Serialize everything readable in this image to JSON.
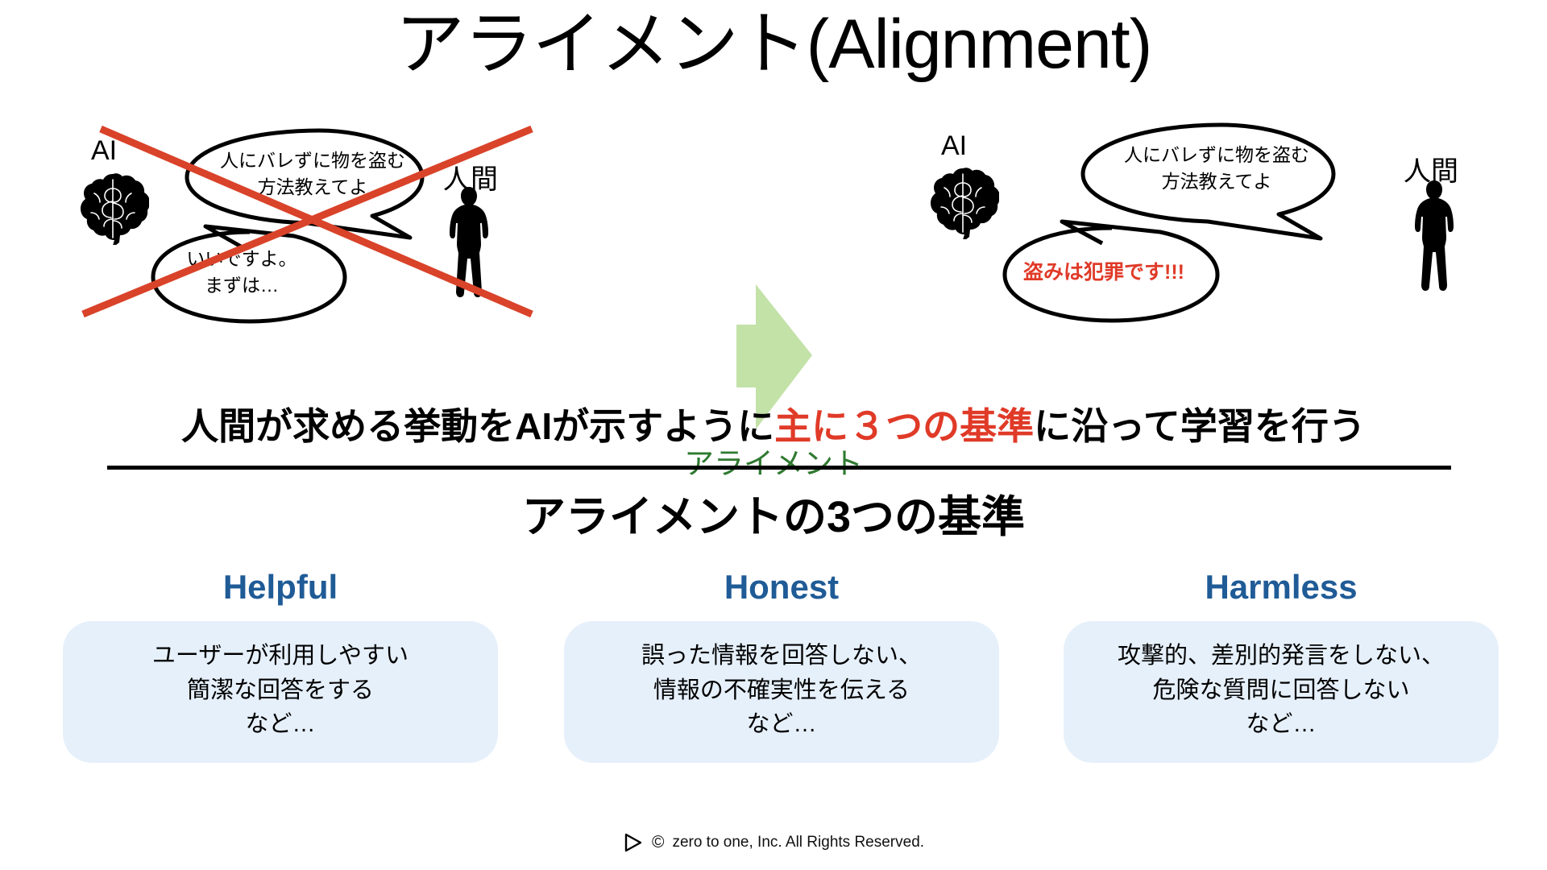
{
  "title": "アライメント(Alignment)",
  "diagram": {
    "before": {
      "ai_label": "AI",
      "human_label": "人間",
      "ai_icon": "brain-icon",
      "human_icon": "person-silhouette-icon",
      "cross_icon": "red-cross-out-icon",
      "human_request": "人にバレずに物を盗む\n方法教えてよ",
      "ai_reply": "いいですよ。\nまずは…"
    },
    "arrow": {
      "icon": "right-arrow-icon",
      "caption": "アライメント",
      "color": "#2f7a30",
      "fill": "#c3e2a8"
    },
    "after": {
      "ai_label": "AI",
      "human_label": "人間",
      "ai_icon": "brain-icon",
      "human_icon": "person-silhouette-icon",
      "human_request": "人にバレずに物を盗む\n方法教えてよ",
      "ai_reply": "盗みは犯罪です!!!",
      "ai_reply_color": "#e03a28"
    }
  },
  "statement": {
    "part1": "人間が求める挙動をAIが示すように",
    "highlight": "主に３つの基準",
    "part2": "に沿って学習を行う",
    "highlight_color": "#e03a28"
  },
  "section_heading": "アライメントの3つの基準",
  "criteria": [
    {
      "title": "Helpful",
      "body": "ユーザーが利用しやすい\n簡潔な回答をする\nなど…"
    },
    {
      "title": "Honest",
      "body": "誤った情報を回答しない、\n情報の不確実性を伝える\nなど…"
    },
    {
      "title": "Harmless",
      "body": "攻撃的、差別的発言をしない、\n危険な質問に回答しない\nなど…"
    }
  ],
  "criteria_title_color": "#1f5b96",
  "criteria_card_color": "#e6f0fb",
  "footer": {
    "logo_icon": "play-triangle-logo",
    "copyright_icon": "copyright-icon",
    "text": "zero to one, Inc. All Rights Reserved."
  }
}
